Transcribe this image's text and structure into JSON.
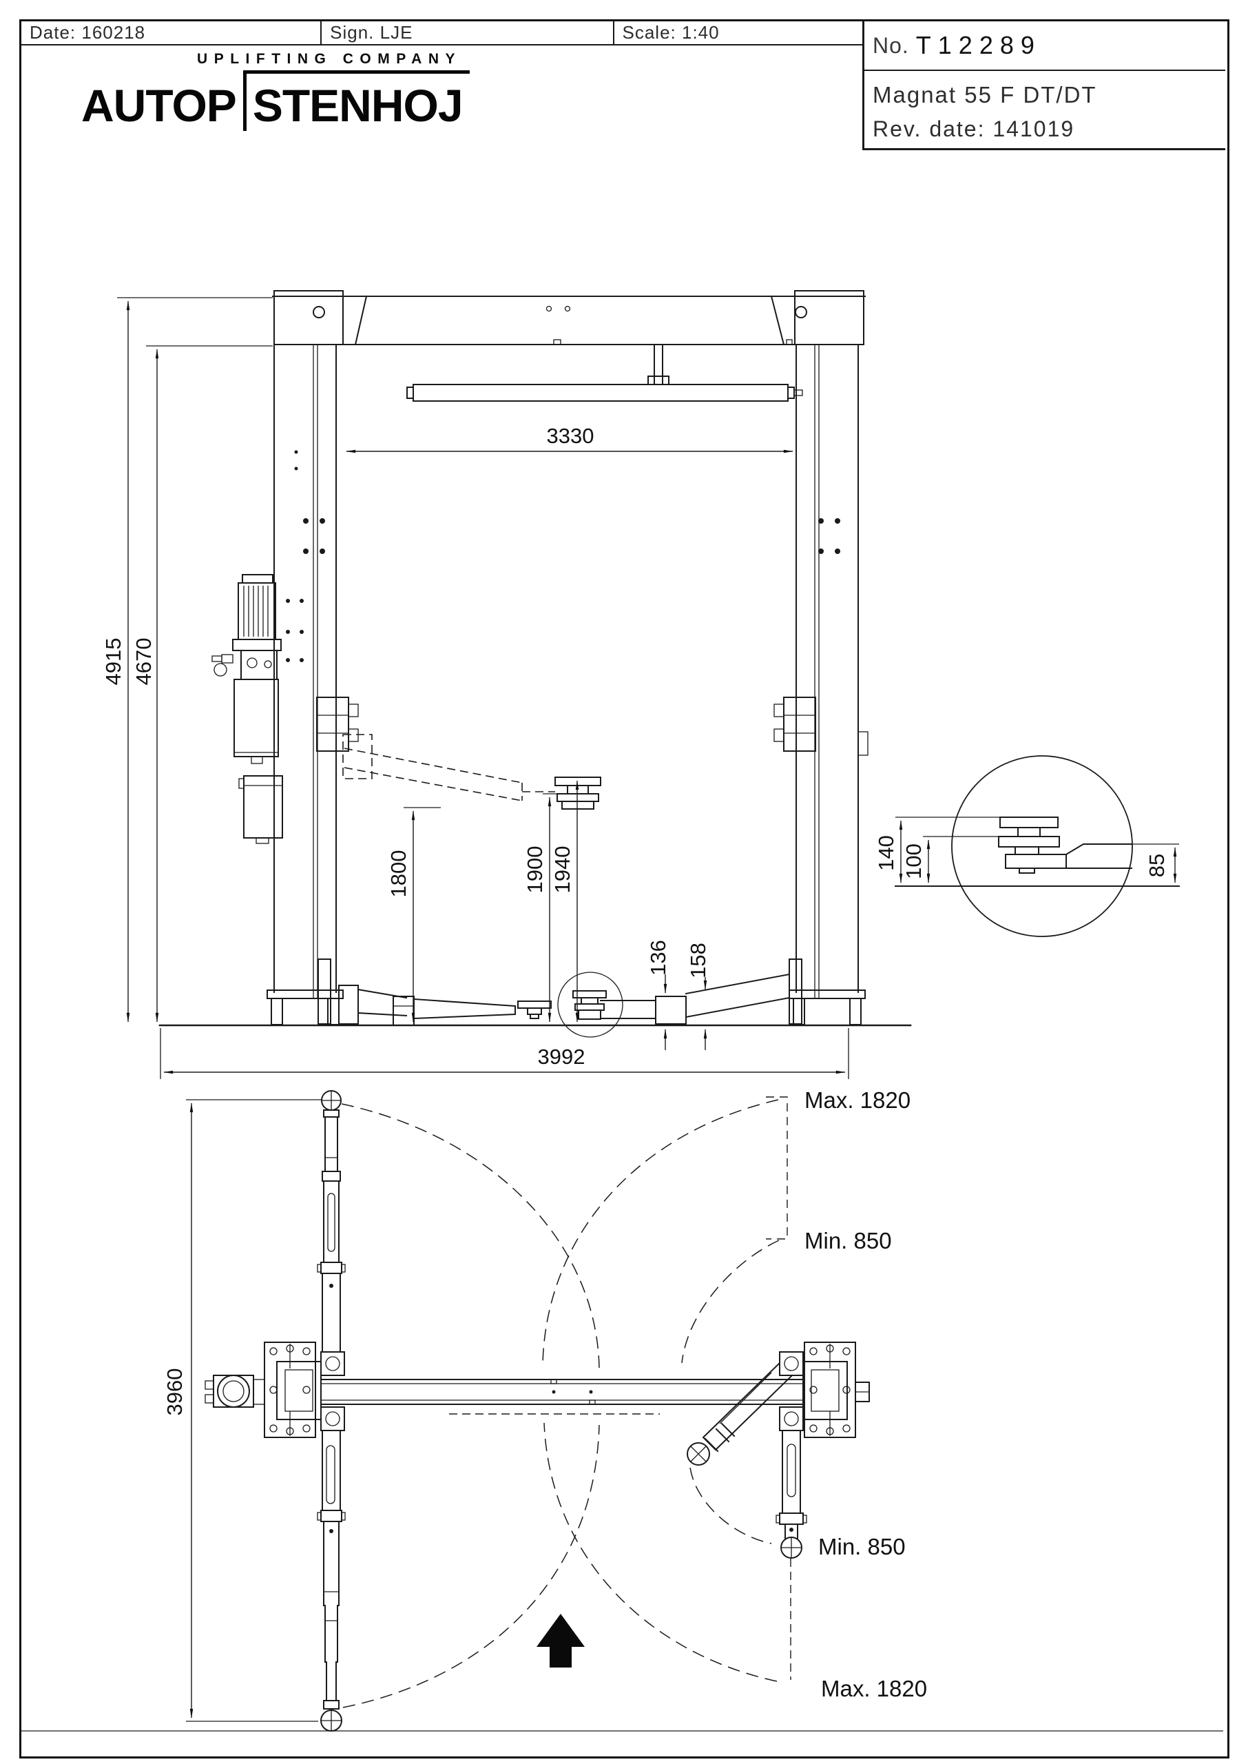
{
  "title_block": {
    "date": "Date: 160218",
    "sign": "Sign. LJE",
    "scale": "Scale: 1:40",
    "number_prefix": "No.",
    "number_value": "T12289",
    "model": "Magnat 55 F DT/DT",
    "rev_date": "Rev. date: 141019"
  },
  "logo": {
    "tagline": "UPLIFTING COMPANY",
    "name_left": "AUTOP",
    "name_right": "STENHOJ"
  },
  "colors": {
    "ink": "#1a1a1a",
    "paper": "#ffffff"
  },
  "front_view": {
    "dims": {
      "clear_width": "3330",
      "total_height": "4915",
      "column_height": "4670",
      "lift_height_1800": "1800",
      "lift_height_1900": "1900",
      "lift_height_1940": "1940",
      "arm_low_height": "136",
      "pad_low_height": "158",
      "total_width": "3992"
    },
    "detail": {
      "pad_high": "140",
      "pad_mid": "100",
      "arm_height": "85"
    }
  },
  "plan_view": {
    "dims": {
      "base_depth": "3960",
      "reach_max_top": "Max. 1820",
      "reach_min_top": "Min. 850",
      "reach_min_bottom": "Min. 850",
      "reach_max_bottom": "Max. 1820"
    }
  }
}
